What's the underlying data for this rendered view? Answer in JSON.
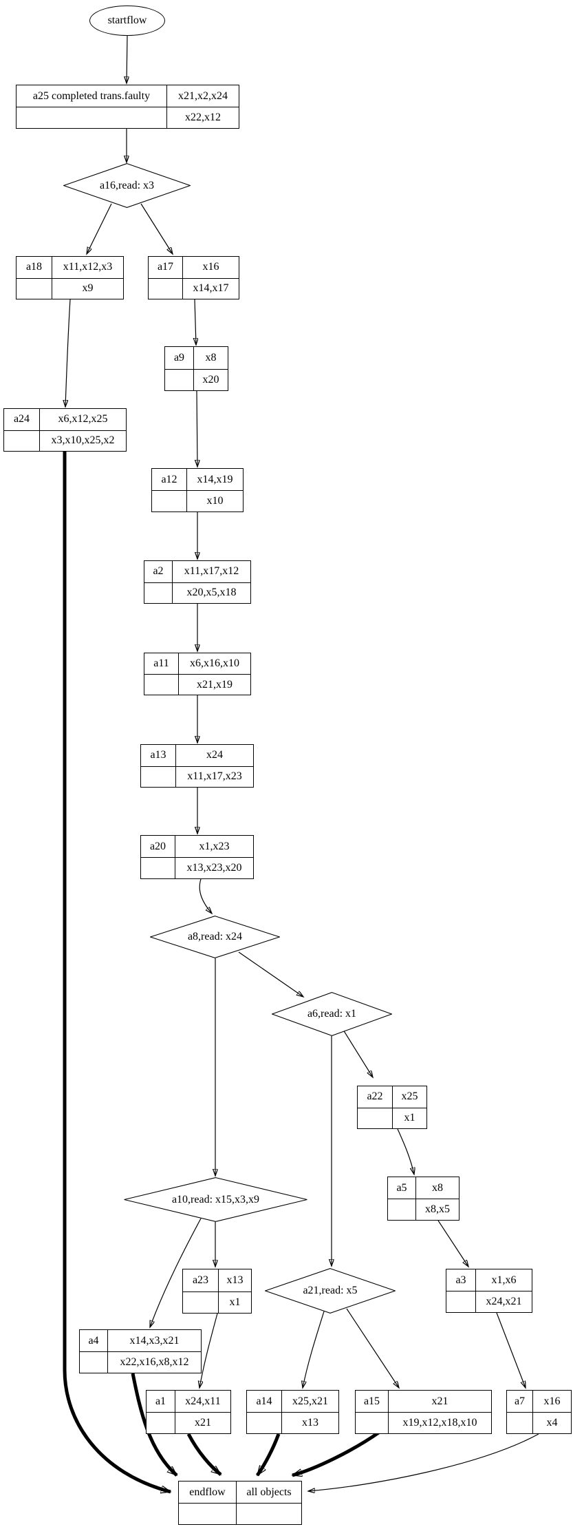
{
  "nodes": {
    "startflow": {
      "label": "startflow"
    },
    "a25": {
      "id": "a25 completed trans.faulty",
      "row1": "x21,x2,x24",
      "row2": "x22,x12"
    },
    "a16": {
      "label": "a16,read: x3"
    },
    "a18": {
      "id": "a18",
      "row1": "x11,x12,x3",
      "row2": "x9"
    },
    "a17": {
      "id": "a17",
      "row1": "x16",
      "row2": "x14,x17"
    },
    "a9": {
      "id": "a9",
      "row1": "x8",
      "row2": "x20"
    },
    "a24": {
      "id": "a24",
      "row1": "x6,x12,x25",
      "row2": "x3,x10,x25,x2"
    },
    "a12": {
      "id": "a12",
      "row1": "x14,x19",
      "row2": "x10"
    },
    "a2": {
      "id": "a2",
      "row1": "x11,x17,x12",
      "row2": "x20,x5,x18"
    },
    "a11": {
      "id": "a11",
      "row1": "x6,x16,x10",
      "row2": "x21,x19"
    },
    "a13": {
      "id": "a13",
      "row1": "x24",
      "row2": "x11,x17,x23"
    },
    "a20": {
      "id": "a20",
      "row1": "x1,x23",
      "row2": "x13,x23,x20"
    },
    "a8": {
      "label": "a8,read: x24"
    },
    "a6": {
      "label": "a6,read: x1"
    },
    "a22": {
      "id": "a22",
      "row1": "x25",
      "row2": "x1"
    },
    "a5": {
      "id": "a5",
      "row1": "x8",
      "row2": "x8,x5"
    },
    "a10": {
      "label": "a10,read: x15,x3,x9"
    },
    "a23": {
      "id": "a23",
      "row1": "x13",
      "row2": "x1"
    },
    "a21": {
      "label": "a21,read: x5"
    },
    "a3": {
      "id": "a3",
      "row1": "x1,x6",
      "row2": "x24,x21"
    },
    "a4": {
      "id": "a4",
      "row1": "x14,x3,x21",
      "row2": "x22,x16,x8,x12"
    },
    "a1": {
      "id": "a1",
      "row1": "x24,x11",
      "row2": "x21"
    },
    "a14": {
      "id": "a14",
      "row1": "x25,x21",
      "row2": "x13"
    },
    "a15": {
      "id": "a15",
      "row1": "x21",
      "row2": "x19,x12,x18,x10"
    },
    "a7": {
      "id": "a7",
      "row1": "x16",
      "row2": "x4"
    },
    "endflow": {
      "id": "endflow",
      "row1": "all objects",
      "row2": ""
    }
  },
  "edges": [
    {
      "from": "startflow",
      "to": "a25",
      "bold": false
    },
    {
      "from": "a25",
      "to": "a16",
      "bold": false
    },
    {
      "from": "a16",
      "to": "a18",
      "bold": false
    },
    {
      "from": "a16",
      "to": "a17",
      "bold": false
    },
    {
      "from": "a18",
      "to": "a24",
      "bold": false
    },
    {
      "from": "a17",
      "to": "a9",
      "bold": false
    },
    {
      "from": "a9",
      "to": "a12",
      "bold": false
    },
    {
      "from": "a12",
      "to": "a2",
      "bold": false
    },
    {
      "from": "a2",
      "to": "a11",
      "bold": false
    },
    {
      "from": "a11",
      "to": "a13",
      "bold": false
    },
    {
      "from": "a13",
      "to": "a20",
      "bold": false
    },
    {
      "from": "a20",
      "to": "a8",
      "bold": false
    },
    {
      "from": "a8",
      "to": "a10",
      "bold": false
    },
    {
      "from": "a8",
      "to": "a6",
      "bold": false
    },
    {
      "from": "a6",
      "to": "a22",
      "bold": false
    },
    {
      "from": "a6",
      "to": "a21",
      "bold": false
    },
    {
      "from": "a22",
      "to": "a5",
      "bold": false
    },
    {
      "from": "a5",
      "to": "a3",
      "bold": false
    },
    {
      "from": "a10",
      "to": "a23",
      "bold": false
    },
    {
      "from": "a10",
      "to": "a4",
      "bold": false
    },
    {
      "from": "a23",
      "to": "a1",
      "bold": false
    },
    {
      "from": "a21",
      "to": "a14",
      "bold": false
    },
    {
      "from": "a21",
      "to": "a15",
      "bold": false
    },
    {
      "from": "a3",
      "to": "a7",
      "bold": false
    },
    {
      "from": "a24",
      "to": "endflow",
      "bold": true
    },
    {
      "from": "a4",
      "to": "endflow",
      "bold": true
    },
    {
      "from": "a1",
      "to": "endflow",
      "bold": true
    },
    {
      "from": "a14",
      "to": "endflow",
      "bold": true
    },
    {
      "from": "a15",
      "to": "endflow",
      "bold": true
    },
    {
      "from": "a7",
      "to": "endflow",
      "bold": false
    }
  ]
}
